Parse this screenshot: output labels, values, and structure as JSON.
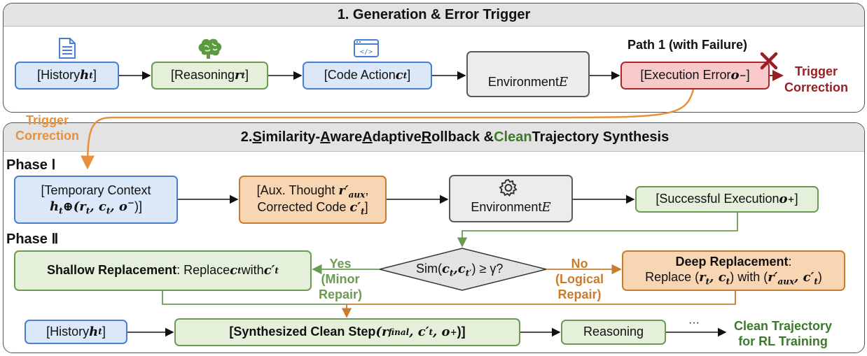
{
  "panel1": {
    "title": "1. Generation & Error Trigger",
    "history": {
      "text": "[History ",
      "sym": "h",
      "sub": "t",
      "close": "]"
    },
    "reasoning": {
      "text": "[Reasoning ",
      "sym": "r",
      "sub": "t",
      "close": "]"
    },
    "code_action": {
      "text": "[Code Action ",
      "sym": "c",
      "sub": "t",
      "close": "]"
    },
    "environment": {
      "text": "Environment ",
      "sym": "E"
    },
    "execution_error": {
      "text": "[Execution Error ",
      "sym": "o",
      "sup": "−",
      "close": "]"
    },
    "path_label": "Path 1 (with Failure)",
    "trigger_correction": [
      "Trigger",
      "Correction"
    ]
  },
  "cross_label": [
    "Trigger",
    "Correction"
  ],
  "panel2": {
    "title_parts": [
      "2. ",
      "S",
      "imilarity-",
      "A",
      "ware ",
      "A",
      "daptive ",
      "R",
      "ollback & ",
      "Clean",
      " Trajectory Synthesis"
    ],
    "phase1_label": "Phase Ⅰ",
    "phase2_label": "Phase Ⅱ",
    "temp_context": {
      "line1": "[Temporary Context",
      "line2": "h",
      "line2_rest": "⊕(r",
      "line2_tail": ", c",
      "line2_end": ", o",
      "sup": "−",
      "close": ")]"
    },
    "aux_thought": {
      "line1": "[Aux. Thought ",
      "line1_sym": "r′",
      "line1_sub": "aux",
      "line1_end": ",",
      "line2": "Corrected Code ",
      "line2_sym": "c′",
      "line2_sub": "t",
      "line2_end": "]"
    },
    "environment": {
      "text": "Environment ",
      "sym": "E"
    },
    "success": {
      "text": "[Successful Execution ",
      "sym": "o",
      "sup": "+",
      "close": "]"
    },
    "decision": {
      "text": "Sim(",
      "a": "c",
      "a_sub": "t",
      "b": ",c",
      "b_sub": "t′",
      "end": ") ≥ γ?"
    },
    "yes": [
      "Yes",
      "(Minor",
      "Repair)"
    ],
    "no": [
      "No",
      "(Logical",
      "Repair)"
    ],
    "shallow": {
      "bold": "Shallow Replacement",
      "rest": ": Replace ",
      "a": "c",
      "a_sub": "t",
      "mid": " with ",
      "b": "c′",
      "b_sub": "t"
    },
    "deep": {
      "bold": "Deep Replacement",
      "colon": ":",
      "line2": "Replace (",
      "a": "r",
      "a_sub": "t",
      "b": ", c",
      "b_sub": "t",
      "mid": ") with (",
      "c": "r′",
      "c_sub": "aux",
      "d": ", c′",
      "d_sub": "t",
      "end": ")"
    },
    "history": {
      "text": "[History ",
      "sym": "h",
      "sub": "t",
      "close": "]"
    },
    "synth": {
      "bold": "[Synthesized Clean Step ",
      "open": "(r",
      "sub1": "final",
      "mid": ", c′",
      "sub2": "t",
      "mid2": ", o",
      "sup": "+",
      "close": ")]"
    },
    "reasoning": "Reasoning",
    "ellipsis": "···",
    "clean_traj": [
      "Clean Trajectory",
      "for RL Training"
    ]
  },
  "icons": {
    "history": "document-icon",
    "reasoning": "brain-icon",
    "code": "code-window-icon",
    "environment": "gear-icon",
    "failure": "cross-mark-icon"
  },
  "colors": {
    "blue": "#4a7fd0",
    "green": "#6c9a52",
    "orange": "#c97b2e",
    "red": "#b0242c",
    "dark_green": "#3b7a2a",
    "cross_orange": "#e8913c"
  }
}
